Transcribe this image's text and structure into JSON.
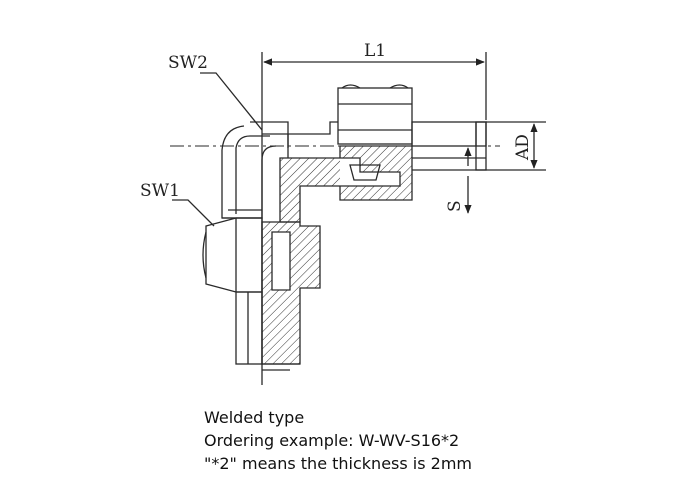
{
  "labels": {
    "l1": "L1",
    "sw2": "SW2",
    "sw1": "SW1",
    "ad": "AD",
    "s": "S"
  },
  "caption": {
    "line1": "Welded type",
    "line2": "Ordering example: W-WV-S16*2",
    "line3": "\"*2\" means the thickness is 2mm"
  }
}
